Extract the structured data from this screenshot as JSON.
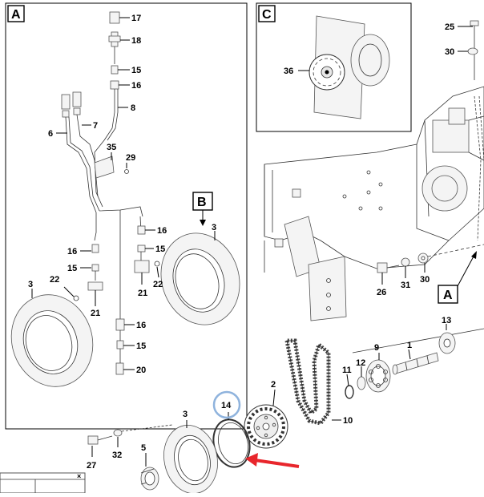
{
  "panels": {
    "A": {
      "title": "A"
    },
    "B": {
      "title": "B"
    },
    "C": {
      "title": "C"
    },
    "A_ref": {
      "title": "A"
    }
  },
  "labels": {
    "p17": "17",
    "p18": "18",
    "p15a": "15",
    "p16a": "16",
    "p8": "8",
    "p7": "7",
    "p6": "6",
    "p35": "35",
    "p29": "29",
    "p16b": "16",
    "p15b": "15",
    "p21a": "21",
    "p22a": "22",
    "p16c": "16",
    "p15c": "15",
    "p22b": "22",
    "p21b": "21",
    "p3a": "3",
    "p3b": "3",
    "p16d": "16",
    "p15d": "15",
    "p20": "20",
    "p36": "36",
    "p25": "25",
    "p30a": "30",
    "p26": "26",
    "p31": "31",
    "p30b": "30",
    "p13": "13",
    "p1": "1",
    "p9": "9",
    "p12": "12",
    "p11": "11",
    "p2": "2",
    "p10": "10",
    "p14": "14",
    "p3c": "3",
    "p27": "27",
    "p32": "32",
    "p5": "5"
  },
  "highlight": {
    "part": "14",
    "circle_color": "#8fb3dd",
    "arrow_color": "#e8262c"
  },
  "window_fragment": {
    "close_glyph": "×"
  }
}
